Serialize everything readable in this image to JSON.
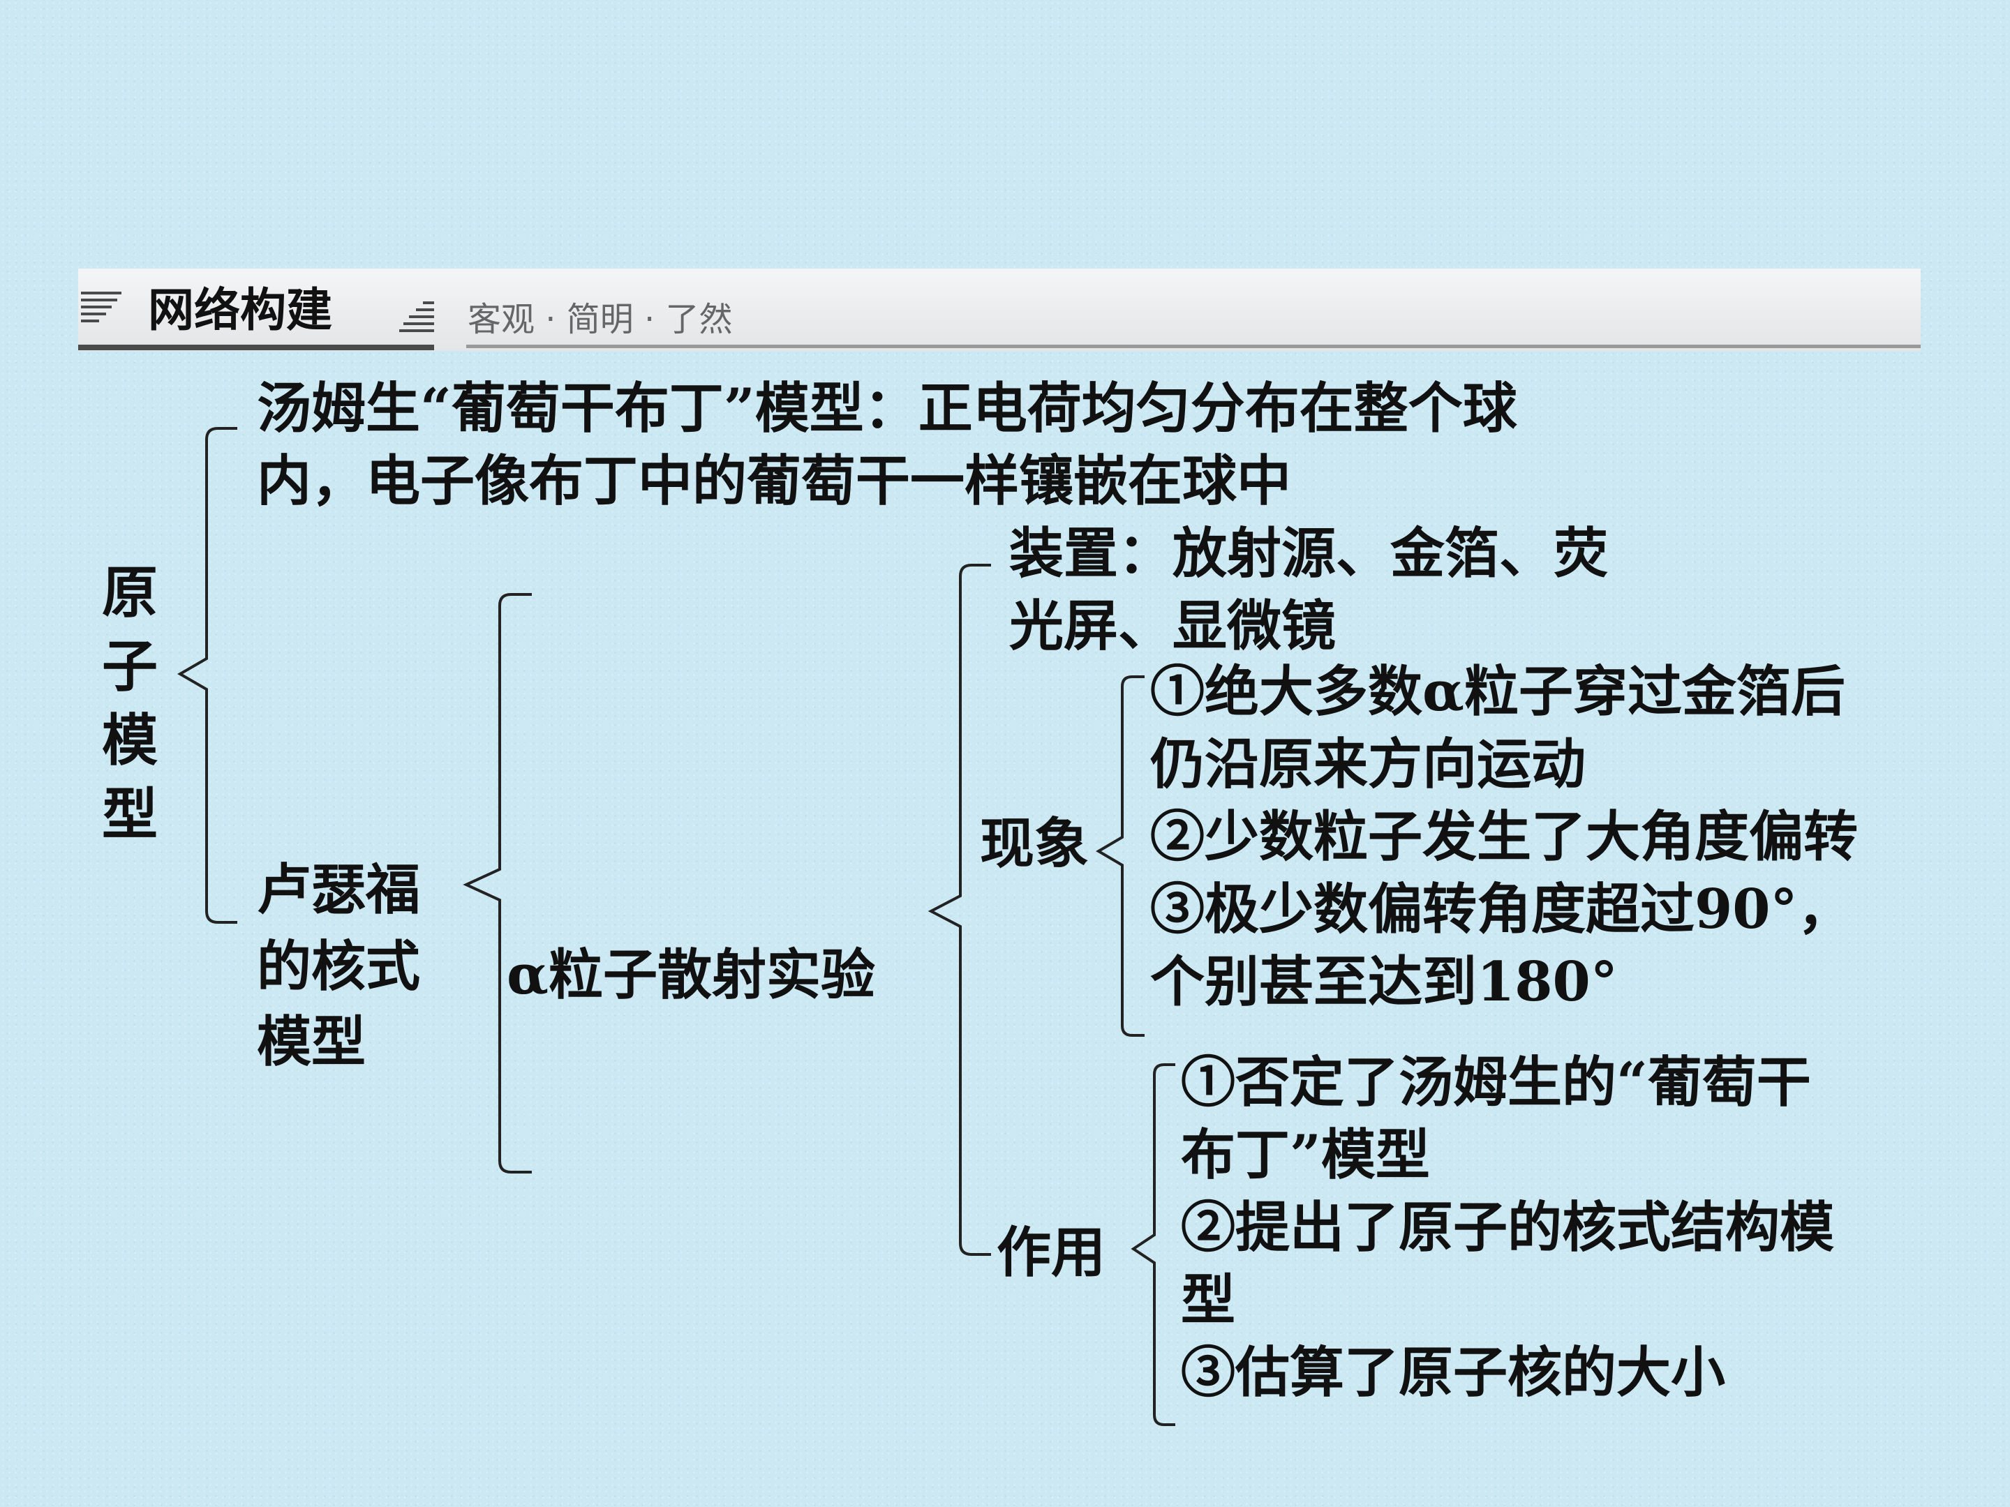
{
  "header": {
    "title": "网络构建",
    "subtitle": "客观 · 简明 · 了然"
  },
  "root": {
    "label": "原子模型",
    "chars": [
      "原",
      "子",
      "模",
      "型"
    ]
  },
  "thomson": {
    "line1": "汤姆生“葡萄干布丁”模型：正电荷均匀分布在整个球",
    "line2": "内，电子像布丁中的葡萄干一样镶嵌在球中"
  },
  "rutherford": {
    "lines": [
      "卢瑟福",
      "的核式",
      "模型"
    ]
  },
  "experiment": {
    "label": "α粒子散射实验"
  },
  "apparatus": {
    "line1": "装置：放射源、金箔、荧",
    "line2": "光屏、显微镜"
  },
  "phenomena": {
    "label": "现象",
    "lines": [
      "①绝大多数α粒子穿过金箔后",
      "仍沿原来方向运动",
      "②少数粒子发生了大角度偏转",
      "③极少数偏转角度超过90°，",
      "个别甚至达到180°"
    ]
  },
  "effect": {
    "label": "作用",
    "lines": [
      "①否定了汤姆生的“葡萄干",
      "布丁”模型",
      "②提出了原子的核式结构模",
      "型",
      "③估算了原子核的大小"
    ]
  }
}
